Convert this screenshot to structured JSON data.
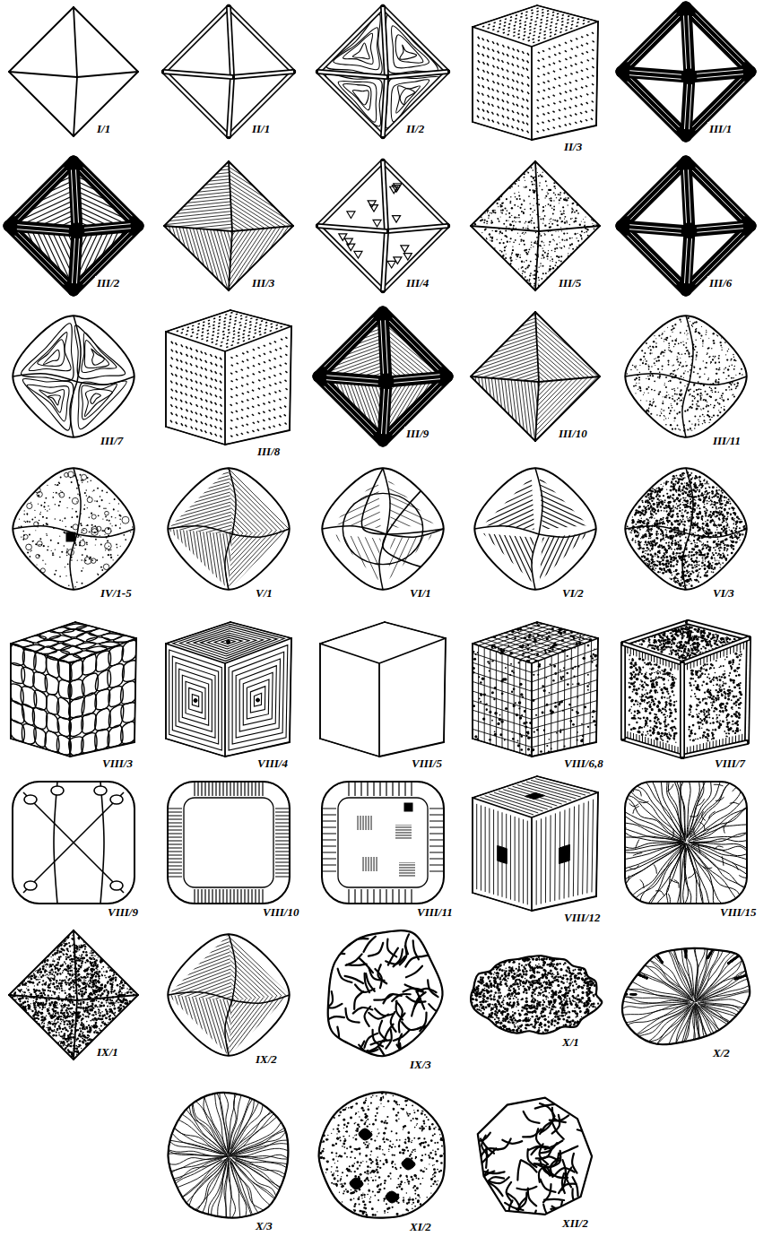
{
  "diagram": {
    "labels": [
      "I/1",
      "II/1",
      "II/2",
      "II/3",
      "III/1",
      "III/2",
      "III/3",
      "III/4",
      "III/5",
      "III/6",
      "III/7",
      "III/8",
      "III/9",
      "III/10",
      "III/11",
      "IV/1-5",
      "V/1",
      "VI/1",
      "VI/2",
      "VI/3",
      "VIII/3",
      "VIII/4",
      "VIII/5",
      "VIII/6,8",
      "VIII/7",
      "VIII/9",
      "VIII/10",
      "VIII/11",
      "VIII/12",
      "VIII/15",
      "IX/1",
      "IX/2",
      "IX/3",
      "X/1",
      "X/2",
      "X/3",
      "XI/2",
      "XII/2"
    ]
  }
}
